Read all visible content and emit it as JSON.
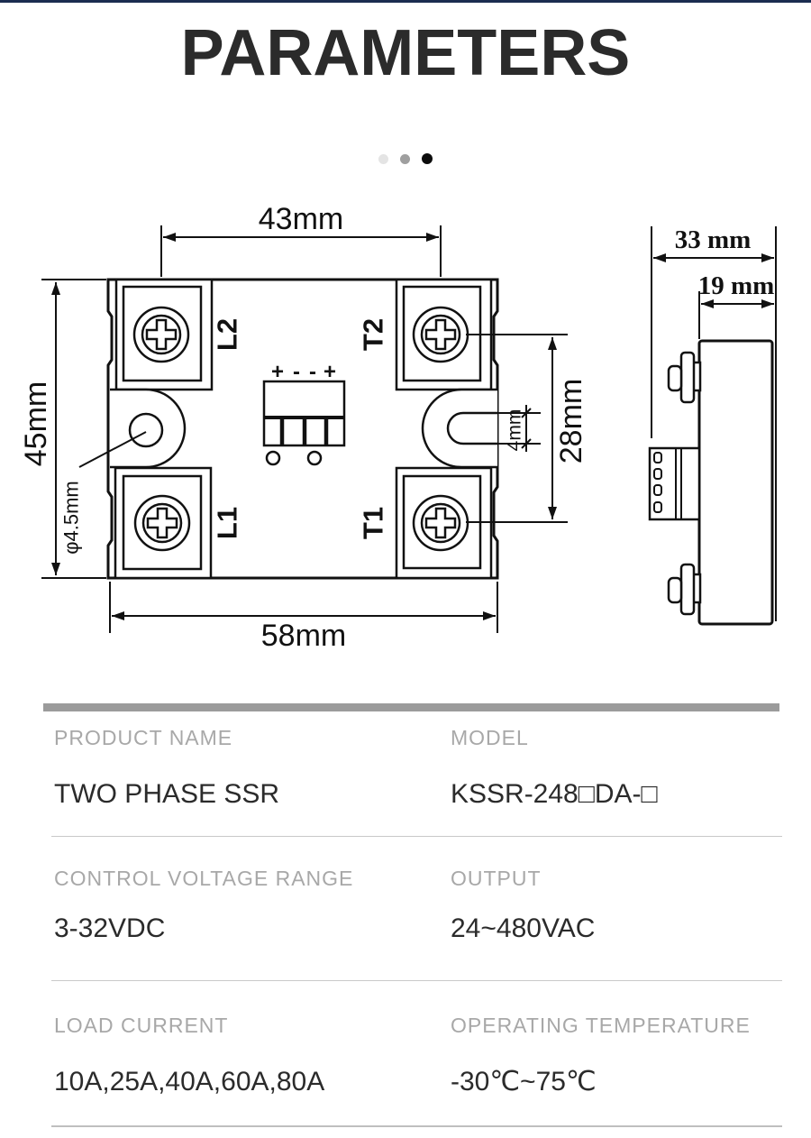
{
  "header": {
    "title": "PARAMETERS",
    "top_bar_color": "#1b2c50"
  },
  "carousel": {
    "dots": [
      {
        "color": "#e4e4e4",
        "active": false
      },
      {
        "color": "#9f9f9f",
        "active": false
      },
      {
        "color": "#0c0c0c",
        "active": true
      }
    ]
  },
  "diagram": {
    "front_view": {
      "top_width": "43mm",
      "left_height": "45mm",
      "bottom_width": "58mm",
      "right_spacing": "28mm",
      "slot_width": "4mm",
      "hole_diameter": "φ4.5mm",
      "terminals": {
        "top_left": "L2",
        "top_right": "T2",
        "bottom_left": "L1",
        "bottom_right": "T1"
      },
      "polarity_marks": [
        "+",
        "-",
        "-",
        "+"
      ]
    },
    "side_view": {
      "total_depth": "33 mm",
      "body_depth": "19 mm"
    }
  },
  "specs": {
    "rows": [
      {
        "cells": [
          {
            "label": "PRODUCT NAME",
            "value": "TWO PHASE SSR"
          },
          {
            "label": "MODEL",
            "value": "KSSR-248□DA-□"
          }
        ]
      },
      {
        "cells": [
          {
            "label": "CONTROL VOLTAGE RANGE",
            "value": "3-32VDC"
          },
          {
            "label": "OUTPUT",
            "value": "24~480VAC"
          }
        ]
      },
      {
        "cells": [
          {
            "label": "LOAD CURRENT",
            "value": "10A,25A,40A,60A,80A"
          },
          {
            "label": "OPERATING TEMPERATURE",
            "value": "-30℃~75℃"
          }
        ]
      }
    ]
  }
}
